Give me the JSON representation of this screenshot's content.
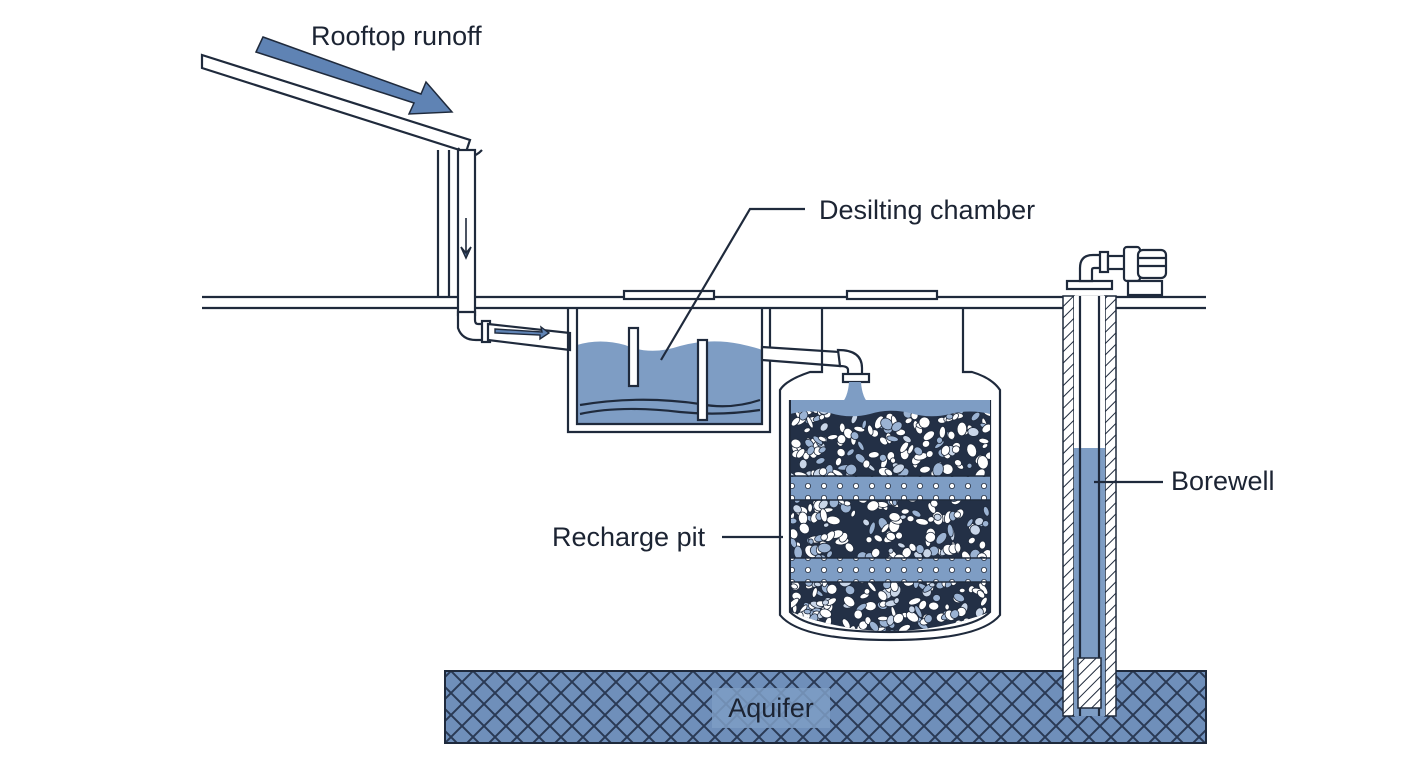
{
  "labels": {
    "rooftop_runoff": "Rooftop runoff",
    "desilting_chamber": "Desilting chamber",
    "recharge_pit": "Recharge pit",
    "borewell": "Borewell",
    "aquifer": "Aquifer"
  },
  "colors": {
    "water": "#7e9dc4",
    "arrow": "#5f83b4",
    "line": "#1f2a3c",
    "aquifer_fill": "#6f8fba",
    "gravel_bg": "#233046"
  }
}
